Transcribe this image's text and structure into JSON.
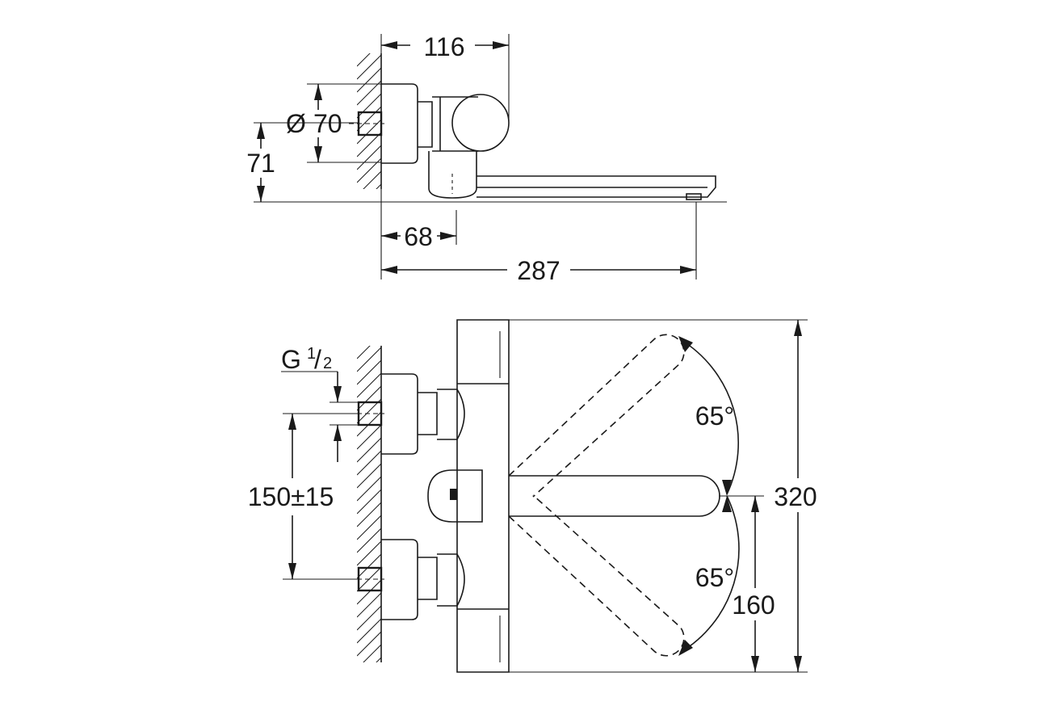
{
  "top_view": {
    "dims": {
      "w116": "116",
      "d70_symbol": "Ø",
      "d70_value": "70",
      "h71": "71",
      "w68": "68",
      "w287": "287"
    }
  },
  "front_view": {
    "dims": {
      "thread_g": "G",
      "thread_num": "1",
      "thread_slash": "/",
      "thread_den": "2",
      "spacing": "150±15",
      "angle_upper": "65°",
      "angle_lower": "65°",
      "h320": "320",
      "h160": "160"
    }
  }
}
